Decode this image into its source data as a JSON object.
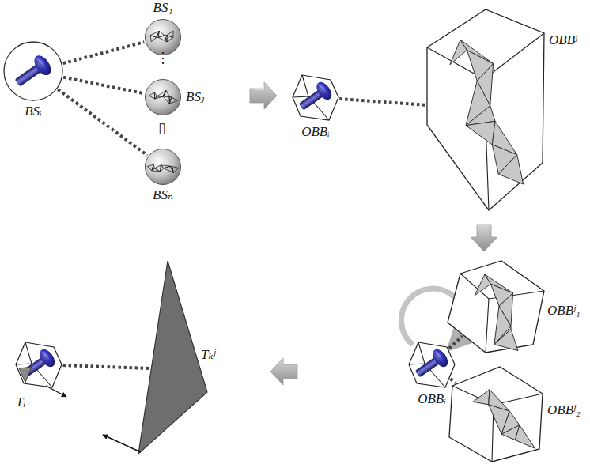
{
  "diagram": {
    "nodes": [
      {
        "text": [
          "BSᵢ"
        ]
      },
      {
        "text": [
          "BS₁"
        ]
      },
      {
        "text": [
          "BSⱼ"
        ]
      },
      {
        "text": [
          "BSₙ"
        ]
      },
      {
        "text": [
          "OBBᵢ"
        ]
      },
      {
        "text": [
          "OBBʲ"
        ]
      },
      {
        "text": [
          "OBBᵢ"
        ]
      },
      {
        "text": [
          "OBBʲ₁"
        ]
      },
      {
        "text": [
          "OBBʲ₂"
        ]
      },
      {
        "text": [
          "Tᵢ"
        ]
      },
      {
        "text": [
          "Tₖʲ"
        ]
      }
    ],
    "edges": [
      {
        "from": 0,
        "to": 1,
        "arrow": "none"
      },
      {
        "from": 0,
        "to": 2,
        "arrow": "none"
      },
      {
        "from": 0,
        "to": 3,
        "arrow": "none"
      },
      {
        "from": 4,
        "to": 5,
        "arrow": "none"
      },
      {
        "from": 6,
        "to": 7,
        "arrow": "none"
      },
      {
        "from": 6,
        "to": 8,
        "arrow": "none"
      },
      {
        "from": 9,
        "to": 10,
        "arrow": "none"
      }
    ],
    "labels": [
      "⋮",
      "▯"
    ]
  }
}
